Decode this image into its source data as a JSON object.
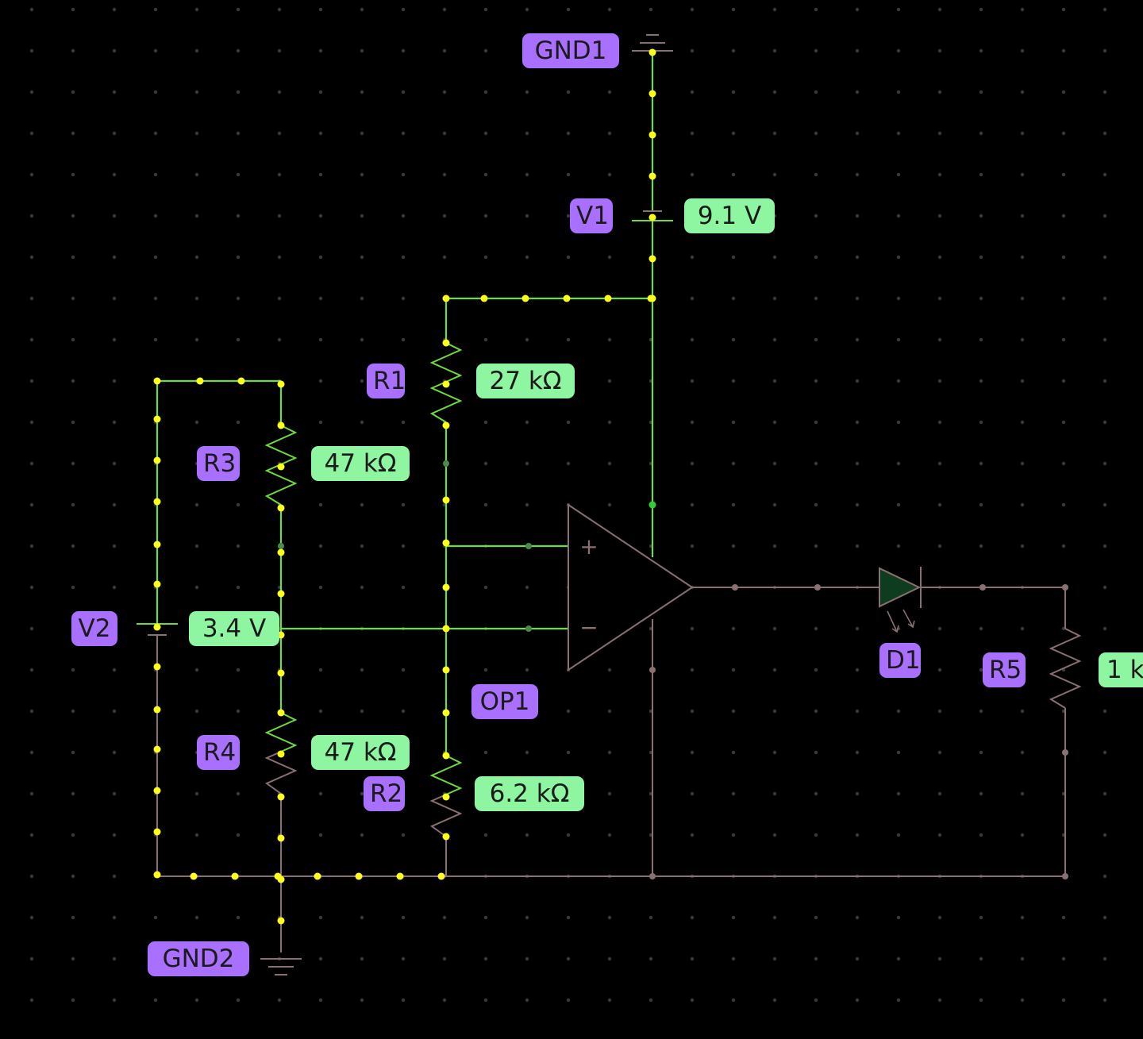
{
  "colors": {
    "background": "#000000",
    "grid_dot": "#3a3a3a",
    "wire_active": "#6fdc3c",
    "wire_inactive": "#8a7070",
    "current_dot": "#ffff1e",
    "name_label": "#a970ff",
    "value_label": "#8ef5a0"
  },
  "components": {
    "gnd1": {
      "name": "GND1"
    },
    "gnd2": {
      "name": "GND2"
    },
    "v1": {
      "name": "V1",
      "value": "9.1 V"
    },
    "v2": {
      "name": "V2",
      "value": "3.4 V"
    },
    "r1": {
      "name": "R1",
      "value": "27 kΩ"
    },
    "r2": {
      "name": "R2",
      "value": "6.2 kΩ"
    },
    "r3": {
      "name": "R3",
      "value": "47 kΩ"
    },
    "r4": {
      "name": "R4",
      "value": "47 kΩ"
    },
    "r5": {
      "name": "R5",
      "value": "1 k"
    },
    "op1": {
      "name": "OP1",
      "plus_symbol": "+",
      "minus_symbol": "−"
    },
    "d1": {
      "name": "D1"
    }
  }
}
